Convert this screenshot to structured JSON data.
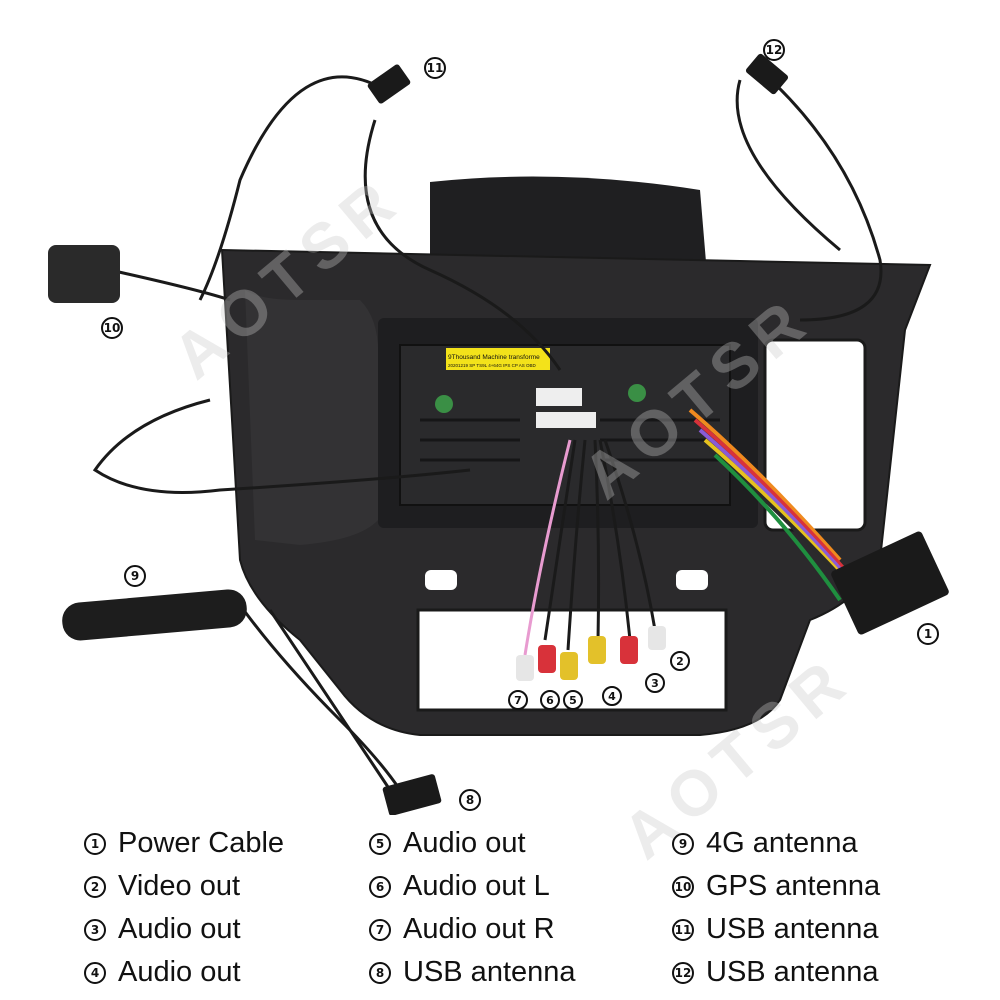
{
  "label_sticker": {
    "line1": "9Thousand Machine transforme",
    "line2": "20201219 SP TS9L 4+64G IPS CP AS OBD"
  },
  "watermark": "AOTSR",
  "callouts": [
    "1",
    "2",
    "3",
    "4",
    "5",
    "6",
    "7",
    "8",
    "9",
    "10",
    "11",
    "12"
  ],
  "legend": {
    "col1": [
      {
        "num": "1",
        "text": "Power Cable"
      },
      {
        "num": "2",
        "text": "Video out"
      },
      {
        "num": "3",
        "text": "Audio out"
      },
      {
        "num": "4",
        "text": "Audio out"
      }
    ],
    "col2": [
      {
        "num": "5",
        "text": "Audio out"
      },
      {
        "num": "6",
        "text": "Audio out L"
      },
      {
        "num": "7",
        "text": "Audio out R"
      },
      {
        "num": "8",
        "text": "USB antenna"
      }
    ],
    "col3": [
      {
        "num": "9",
        "text": "4G antenna"
      },
      {
        "num": "10",
        "text": "GPS antenna"
      },
      {
        "num": "11",
        "text": "USB antenna"
      },
      {
        "num": "12",
        "text": "USB antenna"
      }
    ]
  },
  "colors": {
    "frame": "#2b2a2c",
    "rca_red": "#d8323a",
    "rca_yellow": "#e3c12a",
    "rca_white": "#e6e6e6",
    "harness_orange": "#ef8a1f"
  }
}
